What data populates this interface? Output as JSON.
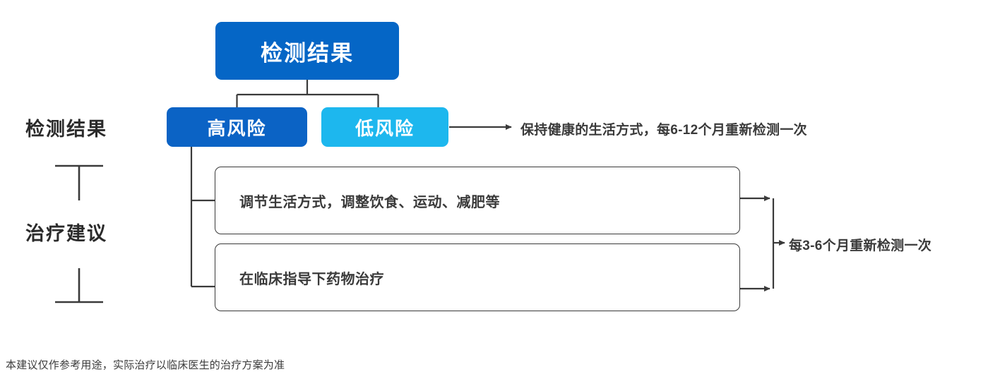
{
  "diagram": {
    "title_node": {
      "label": "检测结果"
    },
    "risk_nodes": [
      {
        "label": "高风险",
        "color": "#0B63C5"
      },
      {
        "label": "低风险",
        "color": "#1DB7EE"
      }
    ],
    "stage_labels": [
      {
        "label": "检测结果"
      },
      {
        "label": "治疗建议"
      }
    ],
    "advice_boxes": [
      {
        "label": "调节生活方式，调整饮食、运动、减肥等"
      },
      {
        "label": "在临床指导下药物治疗"
      }
    ],
    "annotations": [
      {
        "label": "保持健康的生活方式，每6-12个月重新检测一次"
      },
      {
        "label": "每3-6个月重新检测一次"
      }
    ],
    "footer": {
      "label": "本建议仅作参考用途，实际治疗以临床医生的治疗方案为准"
    },
    "colors": {
      "primary_blue": "#0566C6",
      "dark_blue": "#0B63C5",
      "light_blue": "#1DB7EE",
      "line": "#3a3a3a",
      "text": "#3a3a3a",
      "background": "#ffffff"
    }
  }
}
